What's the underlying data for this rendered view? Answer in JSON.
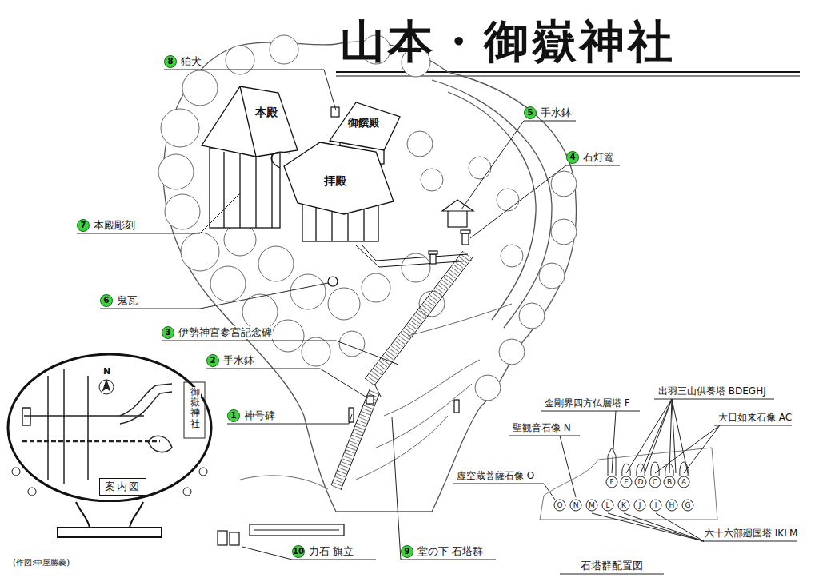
{
  "diagram": {
    "title": "山本・御嶽神社",
    "caption": "(作図:中屋勝義)",
    "nodes": [
      {
        "text": [
          "8",
          "狛犬"
        ]
      },
      {
        "text": [
          "5",
          "手水鉢"
        ]
      },
      {
        "text": [
          "4",
          "石灯篭"
        ]
      },
      {
        "text": [
          "7",
          "本殿彫刻"
        ]
      },
      {
        "text": [
          "6",
          "鬼瓦"
        ]
      },
      {
        "text": [
          "3",
          "伊勢神宮参宮記念碑"
        ]
      },
      {
        "text": [
          "2",
          "手水鉢"
        ]
      },
      {
        "text": [
          "1",
          "神号碑"
        ]
      },
      {
        "text": [
          "10",
          "力石 旗立"
        ]
      },
      {
        "text": [
          "9",
          "堂の下 石塔群"
        ]
      },
      {
        "text": [
          "案内図"
        ]
      }
    ],
    "labels": [
      "本殿",
      "御饌殿",
      "拝殿",
      "石塔群配置図",
      "出羽三山供養塔 BDEGHJ",
      "金剛界四方仏層塔 F",
      "大日如来石像 AC",
      "聖観音石像 N",
      "虚空蔵菩薩石像 O",
      "六十六部廻国塔 IKLM",
      "N",
      "御嶽神社",
      "A",
      "B",
      "C",
      "D",
      "E",
      "F",
      "G",
      "H",
      "I",
      "J",
      "K",
      "L",
      "M",
      "N",
      "O"
    ]
  }
}
